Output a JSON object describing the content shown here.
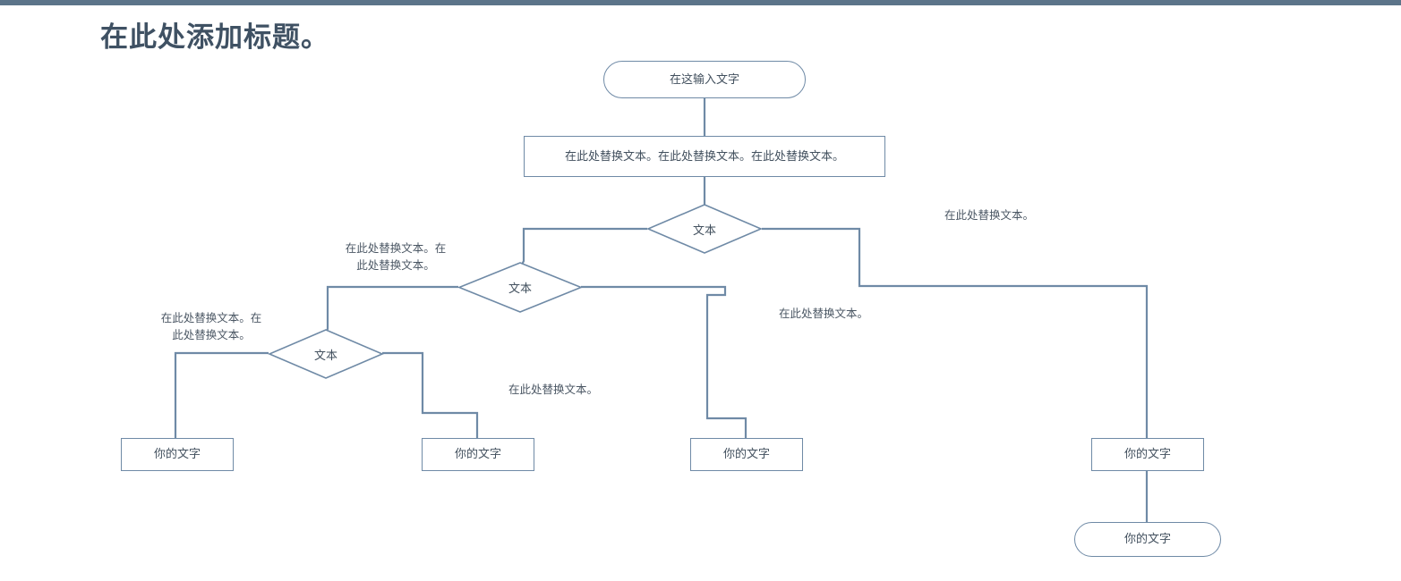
{
  "page": {
    "title": "在此处添加标题。",
    "topbar_color": "#5c7489",
    "line_color": "#6f8aa6",
    "text_color": "#42505e",
    "title_color": "#3f5163",
    "background": "#ffffff"
  },
  "diagram": {
    "type": "flowchart",
    "nodes": [
      {
        "id": "start",
        "shape": "terminator",
        "label": "在这输入文字"
      },
      {
        "id": "process1",
        "shape": "process",
        "label": "在此处替换文本。在此处替换文本。在此处替换文本。"
      },
      {
        "id": "decision1",
        "shape": "decision",
        "label": "文本"
      },
      {
        "id": "decision2",
        "shape": "decision",
        "label": "文本"
      },
      {
        "id": "decision3",
        "shape": "decision",
        "label": "文本"
      },
      {
        "id": "out1",
        "shape": "process",
        "label": "你的文字"
      },
      {
        "id": "out2",
        "shape": "process",
        "label": "你的文字"
      },
      {
        "id": "out3",
        "shape": "process",
        "label": "你的文字"
      },
      {
        "id": "out4",
        "shape": "process",
        "label": "你的文字"
      },
      {
        "id": "end",
        "shape": "terminator",
        "label": "你的文字"
      }
    ],
    "edge_labels": [
      {
        "id": "label-d1-right",
        "text": "在此处替换文本。"
      },
      {
        "id": "label-d1-left",
        "text": "在此处替换文本。在\n此处替换文本。"
      },
      {
        "id": "label-d2-left",
        "text": "在此处替换文本。在\n此处替换文本。"
      },
      {
        "id": "label-d2-right",
        "text": "在此处替换文本。"
      },
      {
        "id": "label-d3-right",
        "text": "在此处替换文本。"
      }
    ]
  }
}
